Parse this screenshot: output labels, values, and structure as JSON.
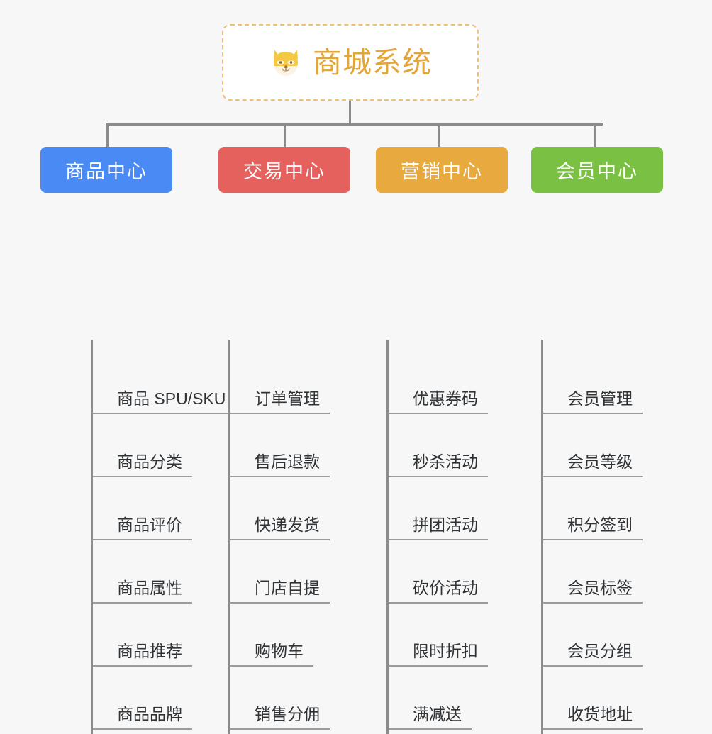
{
  "page": {
    "background_color": "#f7f7f7",
    "connector_color": "#8c8c8c",
    "leaf_text_color": "#2f3336",
    "leaf_rule_color": "#9b9b9b"
  },
  "root": {
    "icon": "shiba-dog-face-icon",
    "title": "商城系统",
    "title_color": "#e3a63a",
    "border_color": "#eec07a",
    "background_color": "#ffffff"
  },
  "columns": [
    {
      "id": "product-center",
      "header": "商品中心",
      "color": "#4a8af4",
      "items": [
        "商品 SPU/SKU",
        "商品分类",
        "商品评价",
        "商品属性",
        "商品推荐",
        "商品品牌"
      ]
    },
    {
      "id": "trade-center",
      "header": "交易中心",
      "color": "#e5615e",
      "items": [
        "订单管理",
        "售后退款",
        "快递发货",
        "门店自提",
        "购物车",
        "销售分佣"
      ]
    },
    {
      "id": "marketing-center",
      "header": "营销中心",
      "color": "#e8a93e",
      "items": [
        "优惠券码",
        "秒杀活动",
        "拼团活动",
        "砍价活动",
        "限时折扣",
        "满减送"
      ]
    },
    {
      "id": "member-center",
      "header": "会员中心",
      "color": "#7ac143",
      "items": [
        "会员管理",
        "会员等级",
        "积分签到",
        "会员标签",
        "会员分组",
        "收货地址"
      ]
    }
  ]
}
